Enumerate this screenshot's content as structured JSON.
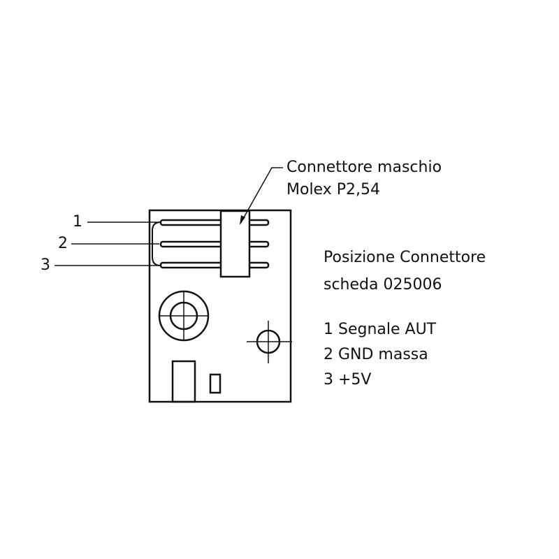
{
  "pin_labels": [
    "1",
    "2",
    "3"
  ],
  "connector_callout": {
    "line1": "Connettore maschio",
    "line2": "Molex P2,54"
  },
  "position_title": {
    "line1": "Posizione Connettore",
    "line2": "scheda 025006"
  },
  "pinout": [
    "1 Segnale AUT",
    "2 GND massa",
    "3 +5V"
  ],
  "colors": {
    "line": "#111111",
    "background": "#ffffff"
  }
}
